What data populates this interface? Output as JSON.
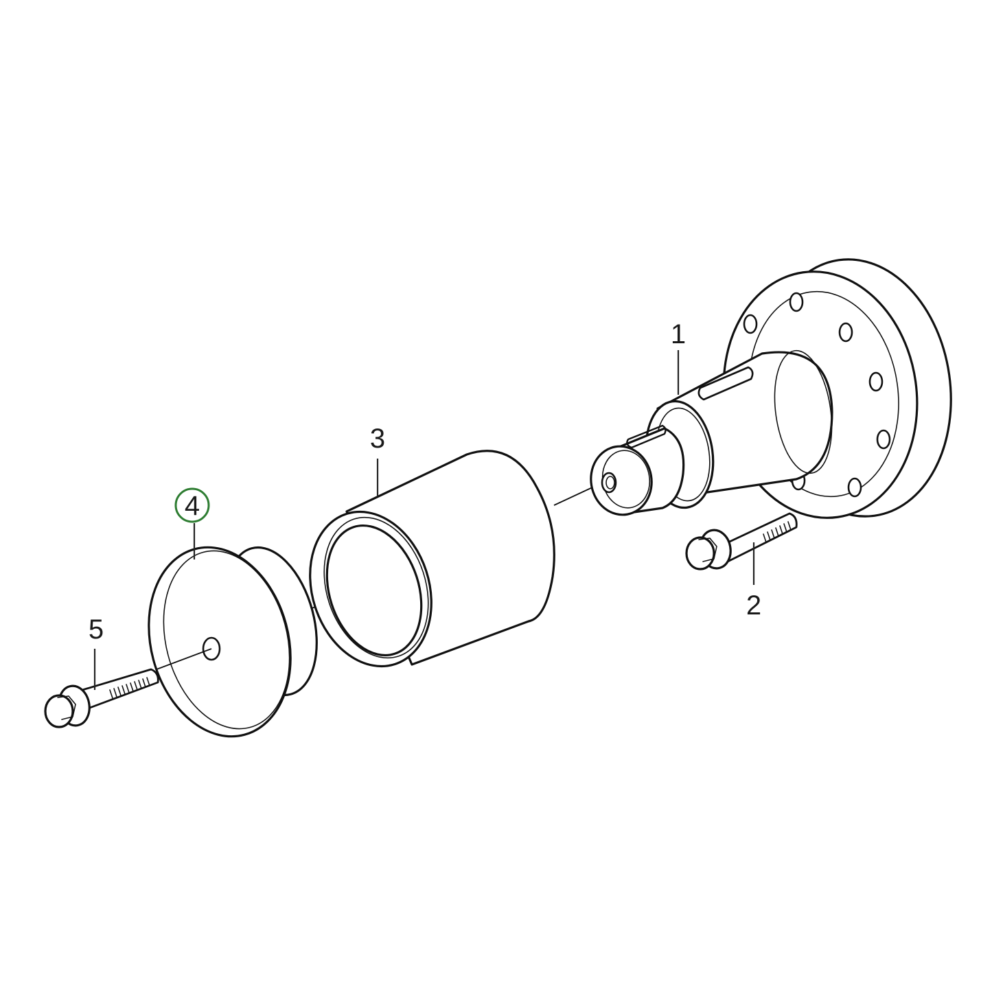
{
  "diagram": {
    "type": "exploded-parts-view",
    "highlight_color": "#2e7d32",
    "line_color": "#111111",
    "background": "#ffffff",
    "selected_callout": "4"
  },
  "callouts": [
    {
      "id": "1",
      "label": "1",
      "part": "flanged-shaft-hub",
      "highlighted": false
    },
    {
      "id": "2",
      "label": "2",
      "part": "flange-bolt-hub",
      "highlighted": false
    },
    {
      "id": "3",
      "label": "3",
      "part": "cylindrical-sleeve",
      "highlighted": false
    },
    {
      "id": "4",
      "label": "4",
      "part": "end-cap-stepped-disc",
      "highlighted": true
    },
    {
      "id": "5",
      "label": "5",
      "part": "flange-bolt-cap",
      "highlighted": false
    }
  ]
}
